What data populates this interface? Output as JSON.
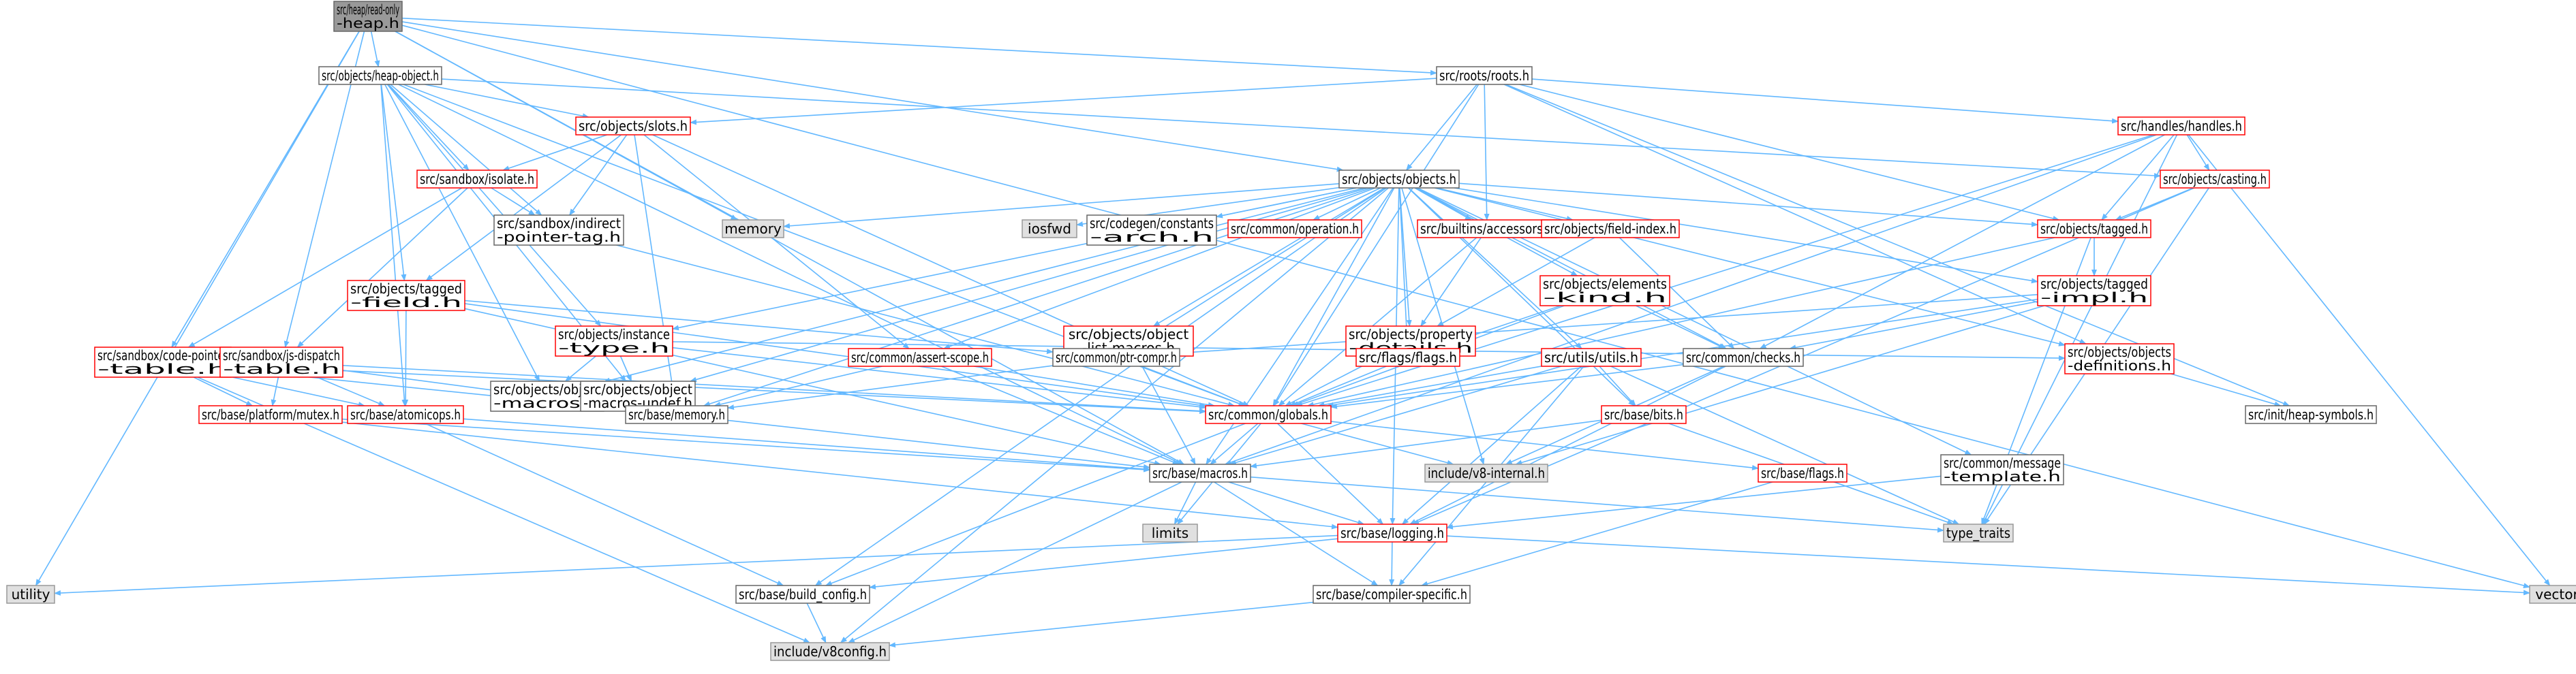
{
  "colors": {
    "edge": "#63b8ff",
    "edge_gray": "#999999",
    "root_fill": "#999999",
    "fill_white": "#ffffff",
    "fill_gray": "#e0e0e0",
    "border_red": "#ff0000",
    "border_dark": "#666666",
    "border_gray": "#999999"
  },
  "nodes": [
    {
      "id": "read_only_heap",
      "label": "src/heap/read-only\n-heap.h",
      "kind": "root"
    },
    {
      "id": "heap_object",
      "label": "src/objects/heap-object.h",
      "kind": "black"
    },
    {
      "id": "roots",
      "label": "src/roots/roots.h",
      "kind": "black"
    },
    {
      "id": "slots",
      "label": "src/objects/slots.h",
      "kind": "red"
    },
    {
      "id": "handles",
      "label": "src/handles/handles.h",
      "kind": "red"
    },
    {
      "id": "isolate",
      "label": "src/sandbox/isolate.h",
      "kind": "red"
    },
    {
      "id": "objects",
      "label": "src/objects/objects.h",
      "kind": "black"
    },
    {
      "id": "casting",
      "label": "src/objects/casting.h",
      "kind": "red"
    },
    {
      "id": "memory",
      "label": "memory",
      "kind": "gray"
    },
    {
      "id": "iosfwd",
      "label": "iosfwd",
      "kind": "gray"
    },
    {
      "id": "codegen_constants",
      "label": "src/codegen/constants\n-arch.h",
      "kind": "black"
    },
    {
      "id": "operation",
      "label": "src/common/operation.h",
      "kind": "red"
    },
    {
      "id": "builtins_accessors",
      "label": "src/builtins/accessors.h",
      "kind": "red"
    },
    {
      "id": "field_index",
      "label": "src/objects/field-index.h",
      "kind": "red"
    },
    {
      "id": "tagged",
      "label": "src/objects/tagged.h",
      "kind": "red"
    },
    {
      "id": "indirect_pointer_tag",
      "label": "src/sandbox/indirect\n-pointer-tag.h",
      "kind": "black"
    },
    {
      "id": "tagged_field",
      "label": "src/objects/tagged\n-field.h",
      "kind": "red"
    },
    {
      "id": "instance_type",
      "label": "src/objects/instance\n-type.h",
      "kind": "red"
    },
    {
      "id": "object_list_macros",
      "label": "src/objects/object\n-list-macros.h",
      "kind": "red"
    },
    {
      "id": "property_details",
      "label": "src/objects/property\n-details.h",
      "kind": "red"
    },
    {
      "id": "elements_kind",
      "label": "src/objects/elements\n-kind.h",
      "kind": "red"
    },
    {
      "id": "tagged_impl",
      "label": "src/objects/tagged\n-impl.h",
      "kind": "red"
    },
    {
      "id": "code_pointer_table",
      "label": "src/sandbox/code-pointer\n-table.h",
      "kind": "red"
    },
    {
      "id": "js_dispatch_table",
      "label": "src/sandbox/js-dispatch\n-table.h",
      "kind": "red"
    },
    {
      "id": "object_macros",
      "label": "src/objects/object\n-macros.h",
      "kind": "black"
    },
    {
      "id": "object_macros_undef",
      "label": "src/objects/object\n-macros-undef.h",
      "kind": "black"
    },
    {
      "id": "assert_scope",
      "label": "src/common/assert-scope.h",
      "kind": "red"
    },
    {
      "id": "ptr_compr",
      "label": "src/common/ptr-compr.h",
      "kind": "black"
    },
    {
      "id": "flags_flags",
      "label": "src/flags/flags.h",
      "kind": "red"
    },
    {
      "id": "utils_utils",
      "label": "src/utils/utils.h",
      "kind": "red"
    },
    {
      "id": "common_checks",
      "label": "src/common/checks.h",
      "kind": "black"
    },
    {
      "id": "objects_definitions",
      "label": "src/objects/objects\n-definitions.h",
      "kind": "red"
    },
    {
      "id": "platform_mutex",
      "label": "src/base/platform/mutex.h",
      "kind": "red"
    },
    {
      "id": "atomicops",
      "label": "src/base/atomicops.h",
      "kind": "red"
    },
    {
      "id": "base_memory",
      "label": "src/base/memory.h",
      "kind": "black"
    },
    {
      "id": "globals",
      "label": "src/common/globals.h",
      "kind": "red"
    },
    {
      "id": "base_bits",
      "label": "src/base/bits.h",
      "kind": "red"
    },
    {
      "id": "heap_symbols",
      "label": "src/init/heap-symbols.h",
      "kind": "black"
    },
    {
      "id": "v8_internal",
      "label": "include/v8-internal.h",
      "kind": "gray"
    },
    {
      "id": "base_macros",
      "label": "src/base/macros.h",
      "kind": "black"
    },
    {
      "id": "base_flags",
      "label": "src/base/flags.h",
      "kind": "red"
    },
    {
      "id": "message_template",
      "label": "src/common/message\n-template.h",
      "kind": "black"
    },
    {
      "id": "limits",
      "label": "limits",
      "kind": "gray"
    },
    {
      "id": "type_traits",
      "label": "type_traits",
      "kind": "gray"
    },
    {
      "id": "logging",
      "label": "src/base/logging.h",
      "kind": "red"
    },
    {
      "id": "utility",
      "label": "utility",
      "kind": "gray"
    },
    {
      "id": "build_config",
      "label": "src/base/build_config.h",
      "kind": "black"
    },
    {
      "id": "compiler_specific",
      "label": "src/base/compiler-specific.h",
      "kind": "black"
    },
    {
      "id": "vector",
      "label": "vector",
      "kind": "gray"
    },
    {
      "id": "v8config",
      "label": "include/v8config.h",
      "kind": "gray"
    }
  ],
  "edges": [
    [
      "read_only_heap",
      "heap_object"
    ],
    [
      "read_only_heap",
      "roots"
    ],
    [
      "read_only_heap",
      "memory"
    ],
    [
      "read_only_heap",
      "objects"
    ],
    [
      "read_only_heap",
      "utility"
    ],
    [
      "read_only_heap",
      "vector"
    ],
    [
      "read_only_heap",
      "code_pointer_table"
    ],
    [
      "read_only_heap",
      "js_dispatch_table"
    ],
    [
      "read_only_heap",
      "base_macros"
    ],
    [
      "heap_object",
      "slots"
    ],
    [
      "heap_object",
      "isolate"
    ],
    [
      "heap_object",
      "indirect_pointer_tag"
    ],
    [
      "heap_object",
      "tagged_field"
    ],
    [
      "heap_object",
      "instance_type"
    ],
    [
      "heap_object",
      "object_macros"
    ],
    [
      "heap_object",
      "object_macros_undef"
    ],
    [
      "heap_object",
      "globals"
    ],
    [
      "heap_object",
      "casting"
    ],
    [
      "heap_object",
      "base_macros"
    ],
    [
      "heap_object",
      "atomicops"
    ],
    [
      "roots",
      "slots"
    ],
    [
      "roots",
      "handles"
    ],
    [
      "roots",
      "objects"
    ],
    [
      "roots",
      "builtins_accessors"
    ],
    [
      "roots",
      "tagged"
    ],
    [
      "roots",
      "heap_symbols"
    ],
    [
      "roots",
      "globals"
    ],
    [
      "roots",
      "objects_definitions"
    ],
    [
      "slots",
      "isolate"
    ],
    [
      "slots",
      "indirect_pointer_tag"
    ],
    [
      "slots",
      "tagged_field"
    ],
    [
      "slots",
      "globals"
    ],
    [
      "slots",
      "assert_scope"
    ],
    [
      "slots",
      "base_memory"
    ],
    [
      "handles",
      "casting"
    ],
    [
      "handles",
      "tagged"
    ],
    [
      "handles",
      "globals"
    ],
    [
      "handles",
      "common_checks"
    ],
    [
      "handles",
      "vector"
    ],
    [
      "handles",
      "type_traits"
    ],
    [
      "handles",
      "base_macros"
    ],
    [
      "isolate",
      "code_pointer_table"
    ],
    [
      "isolate",
      "js_dispatch_table"
    ],
    [
      "isolate",
      "indirect_pointer_tag"
    ],
    [
      "casting",
      "tagged"
    ],
    [
      "casting",
      "logging"
    ],
    [
      "casting",
      "type_traits"
    ],
    [
      "objects",
      "memory"
    ],
    [
      "objects",
      "iosfwd"
    ],
    [
      "objects",
      "codegen_constants"
    ],
    [
      "objects",
      "operation"
    ],
    [
      "objects",
      "builtins_accessors"
    ],
    [
      "objects",
      "field_index"
    ],
    [
      "objects",
      "tagged"
    ],
    [
      "objects",
      "object_list_macros"
    ],
    [
      "objects",
      "property_details"
    ],
    [
      "objects",
      "elements_kind"
    ],
    [
      "objects",
      "tagged_impl"
    ],
    [
      "objects",
      "instance_type"
    ],
    [
      "objects",
      "object_macros"
    ],
    [
      "objects",
      "object_macros_undef"
    ],
    [
      "objects",
      "assert_scope"
    ],
    [
      "objects",
      "ptr_compr"
    ],
    [
      "objects",
      "flags_flags"
    ],
    [
      "objects",
      "utils_utils"
    ],
    [
      "objects",
      "common_checks"
    ],
    [
      "objects",
      "objects_definitions"
    ],
    [
      "objects",
      "globals"
    ],
    [
      "objects",
      "base_bits"
    ],
    [
      "objects",
      "base_memory"
    ],
    [
      "objects",
      "base_macros"
    ],
    [
      "objects",
      "build_config"
    ],
    [
      "objects",
      "message_template"
    ],
    [
      "objects",
      "v8_internal"
    ],
    [
      "objects",
      "logging"
    ],
    [
      "objects",
      "v8config"
    ],
    [
      "builtins_accessors",
      "property_details"
    ],
    [
      "builtins_accessors",
      "globals"
    ],
    [
      "field_index",
      "property_details"
    ],
    [
      "field_index",
      "common_checks"
    ],
    [
      "tagged",
      "tagged_impl"
    ],
    [
      "tagged",
      "globals"
    ],
    [
      "tagged",
      "type_traits"
    ],
    [
      "indirect_pointer_tag",
      "globals"
    ],
    [
      "tagged_field",
      "atomicops"
    ],
    [
      "tagged_field",
      "ptr_compr"
    ],
    [
      "tagged_field",
      "globals"
    ],
    [
      "tagged_field",
      "base_macros"
    ],
    [
      "instance_type",
      "object_macros"
    ],
    [
      "instance_type",
      "object_macros_undef"
    ],
    [
      "instance_type",
      "objects_definitions"
    ],
    [
      "instance_type",
      "globals"
    ],
    [
      "object_list_macros",
      "base_macros"
    ],
    [
      "property_details",
      "flags_flags"
    ],
    [
      "property_details",
      "globals"
    ],
    [
      "elements_kind",
      "flags_flags"
    ],
    [
      "elements_kind",
      "common_checks"
    ],
    [
      "elements_kind",
      "globals"
    ],
    [
      "tagged_impl",
      "ptr_compr"
    ],
    [
      "tagged_impl",
      "common_checks"
    ],
    [
      "tagged_impl",
      "globals"
    ],
    [
      "tagged_impl",
      "v8_internal"
    ],
    [
      "code_pointer_table",
      "platform_mutex"
    ],
    [
      "code_pointer_table",
      "atomicops"
    ],
    [
      "code_pointer_table",
      "base_memory"
    ],
    [
      "code_pointer_table",
      "globals"
    ],
    [
      "code_pointer_table",
      "v8config"
    ],
    [
      "js_dispatch_table",
      "platform_mutex"
    ],
    [
      "js_dispatch_table",
      "atomicops"
    ],
    [
      "js_dispatch_table",
      "base_memory"
    ],
    [
      "js_dispatch_table",
      "globals"
    ],
    [
      "assert_scope",
      "globals"
    ],
    [
      "assert_scope",
      "base_macros"
    ],
    [
      "assert_scope",
      "base_memory"
    ],
    [
      "ptr_compr",
      "base_memory"
    ],
    [
      "ptr_compr",
      "globals"
    ],
    [
      "flags_flags",
      "globals"
    ],
    [
      "utils_utils",
      "globals"
    ],
    [
      "utils_utils",
      "base_bits"
    ],
    [
      "utils_utils",
      "base_macros"
    ],
    [
      "utils_utils",
      "logging"
    ],
    [
      "utils_utils",
      "compiler_specific"
    ],
    [
      "utils_utils",
      "type_traits"
    ],
    [
      "common_checks",
      "globals"
    ],
    [
      "common_checks",
      "v8_internal"
    ],
    [
      "common_checks",
      "logging"
    ],
    [
      "objects_definitions",
      "heap_symbols"
    ],
    [
      "platform_mutex",
      "base_macros"
    ],
    [
      "platform_mutex",
      "logging"
    ],
    [
      "atomicops",
      "base_macros"
    ],
    [
      "atomicops",
      "build_config"
    ],
    [
      "base_memory",
      "base_macros"
    ],
    [
      "globals",
      "base_macros"
    ],
    [
      "globals",
      "base_flags"
    ],
    [
      "globals",
      "logging"
    ],
    [
      "globals",
      "build_config"
    ],
    [
      "globals",
      "v8_internal"
    ],
    [
      "globals",
      "limits"
    ],
    [
      "base_bits",
      "base_macros"
    ],
    [
      "base_bits",
      "type_traits"
    ],
    [
      "base_macros",
      "limits"
    ],
    [
      "base_macros",
      "type_traits"
    ],
    [
      "base_macros",
      "logging"
    ],
    [
      "base_macros",
      "compiler_specific"
    ],
    [
      "base_macros",
      "v8config"
    ],
    [
      "base_flags",
      "compiler_specific"
    ],
    [
      "message_template",
      "logging"
    ],
    [
      "logging",
      "build_config"
    ],
    [
      "logging",
      "compiler_specific"
    ],
    [
      "logging",
      "utility"
    ],
    [
      "logging",
      "vector"
    ],
    [
      "build_config",
      "v8config"
    ],
    [
      "compiler_specific",
      "v8config"
    ]
  ]
}
